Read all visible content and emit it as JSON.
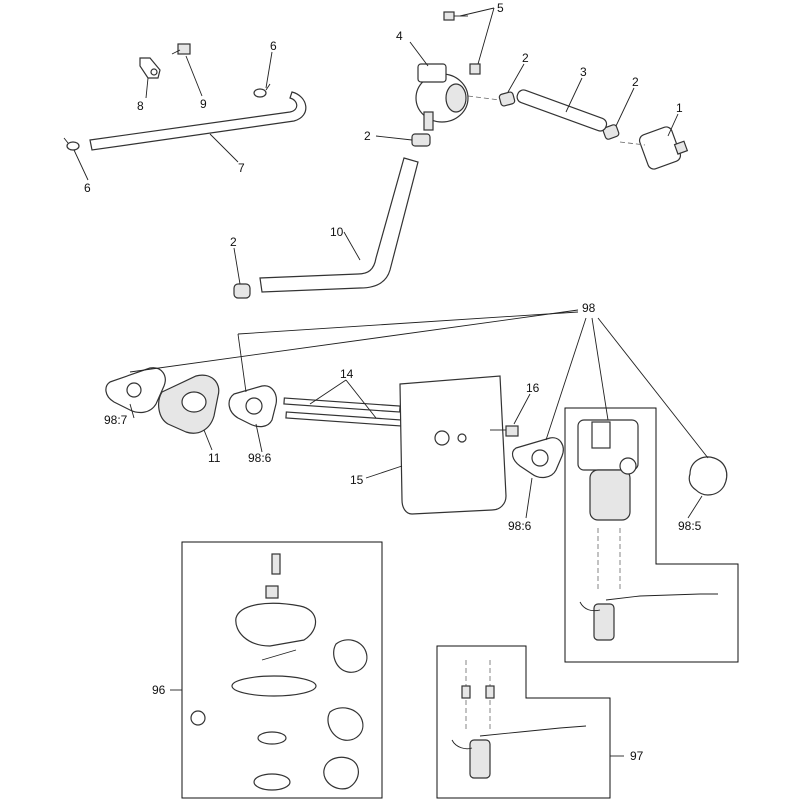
{
  "labels": {
    "l1": "1",
    "l2a": "2",
    "l2b": "2",
    "l2c": "2",
    "l2d": "2",
    "l3": "3",
    "l4": "4",
    "l5": "5",
    "l6a": "6",
    "l6b": "6",
    "l7": "7",
    "l8": "8",
    "l9": "9",
    "l10": "10",
    "l11": "11",
    "l14": "14",
    "l15": "15",
    "l16": "16",
    "l98": "98",
    "l98_7": "98:7",
    "l98_6a": "98:6",
    "l98_6b": "98:6",
    "l98_5": "98:5",
    "l96": "96",
    "l97": "97"
  }
}
